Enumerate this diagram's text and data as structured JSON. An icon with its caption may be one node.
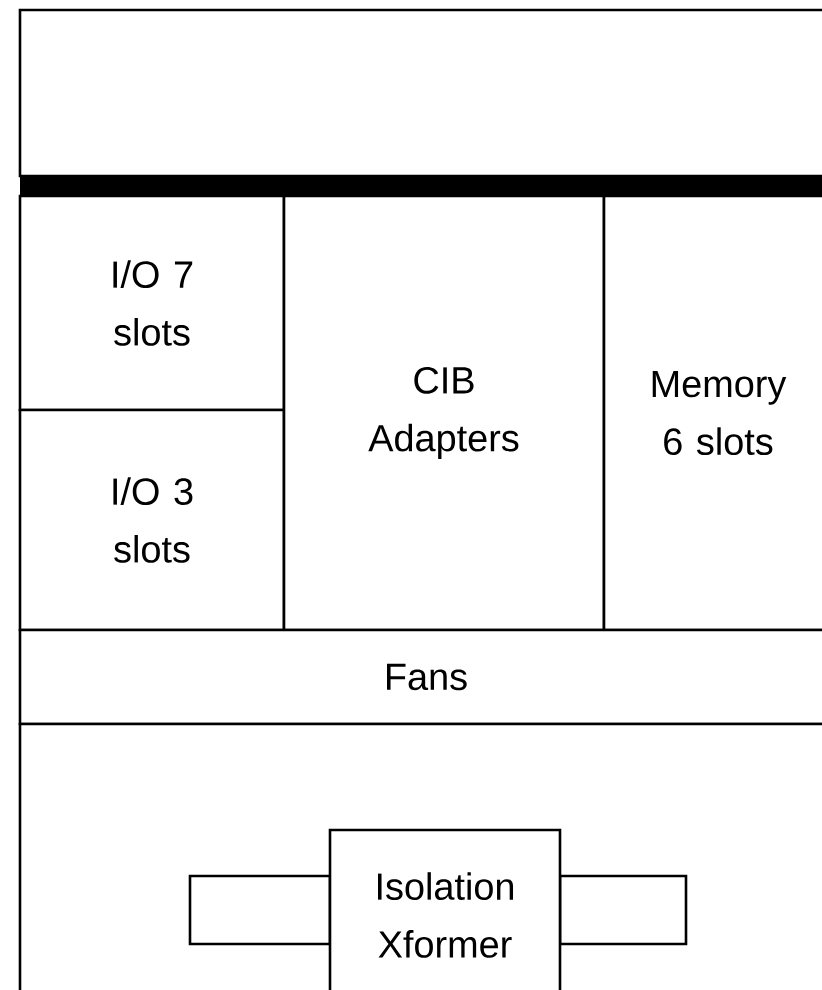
{
  "diagram": {
    "nodes": [
      {
        "text": [],
        "shape": "box"
      },
      {
        "text": [
          "I/O 7 slots"
        ]
      },
      {
        "text": [
          "I/O 3 slots"
        ]
      },
      {
        "text": [
          "CIB Adapters"
        ]
      },
      {
        "text": [
          "Memory 6 slots"
        ]
      },
      {
        "text": [
          "Fans"
        ]
      },
      {
        "text": [],
        "shape": "box"
      },
      {
        "text": [],
        "shape": "box",
        "in": 6
      },
      {
        "text": [
          "Isolation Xformer"
        ],
        "in": 6
      },
      {
        "text": [],
        "shape": "box",
        "in": 6
      }
    ]
  }
}
